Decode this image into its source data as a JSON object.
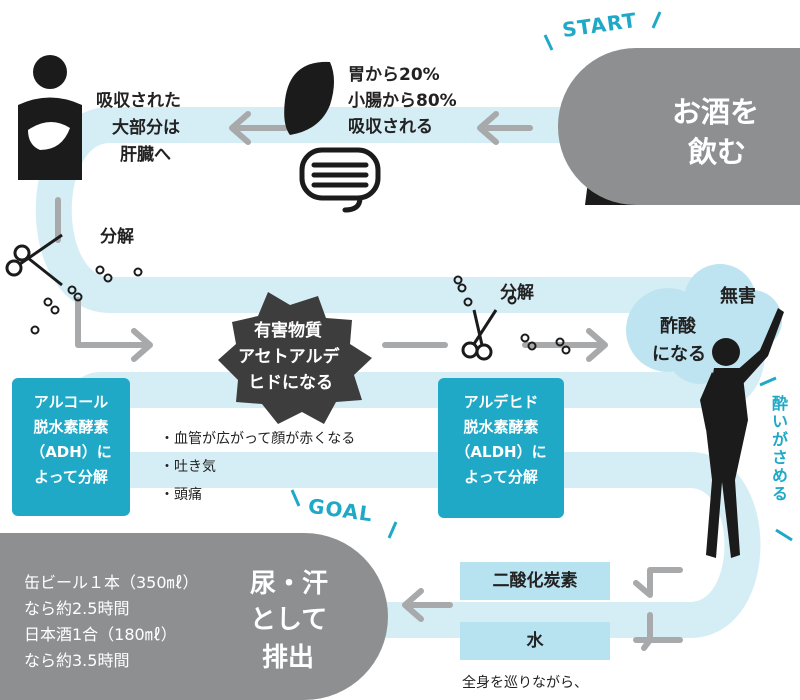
{
  "start_label": "START",
  "goal_label": "GOAL",
  "drink": {
    "line1": "お酒を",
    "line2": "飲む"
  },
  "absorb": {
    "line1": "胃から20%",
    "line2": "小腸から80%",
    "line3": "吸収される"
  },
  "liver": {
    "line1": "吸収された",
    "line2": "大部分は",
    "line3": "肝臓へ"
  },
  "decompose_label_1": "分解",
  "decompose_label_2": "分解",
  "toxic": {
    "line1": "有害物質",
    "line2": "アセトアルデ",
    "line3": "ヒドになる"
  },
  "symptoms": [
    "・血管が広がって顔が赤くなる",
    "・吐き気",
    "・頭痛"
  ],
  "adh": {
    "line1": "アルコール",
    "line2": "脱水素酵素",
    "line3": "（ADH）に",
    "line4": "よって分解"
  },
  "aldh": {
    "line1": "アルデヒド",
    "line2": "脱水素酵素",
    "line3": "（ALDH）に",
    "line4": "よって分解"
  },
  "acetic": {
    "line1": "酢酸",
    "line2": "になる"
  },
  "harmless": "無害",
  "sober_vertical": "酔いがさめる",
  "co2": "二酸化炭素",
  "water": "水",
  "circulate": "全身を巡りながら、",
  "excrete": {
    "line1": "尿・汗",
    "line2": "として",
    "line3": "排出"
  },
  "time_info": [
    "缶ビール１本（350㎖）",
    "なら約2.5時間",
    "日本酒1合（180㎖）",
    "なら約3.5時間"
  ],
  "colors": {
    "path": "#d5eef6",
    "teal": "#1fa9c7",
    "gray": "#8e8f91",
    "dark": "#1b1b1b",
    "arrow": "#a7a9ab"
  }
}
